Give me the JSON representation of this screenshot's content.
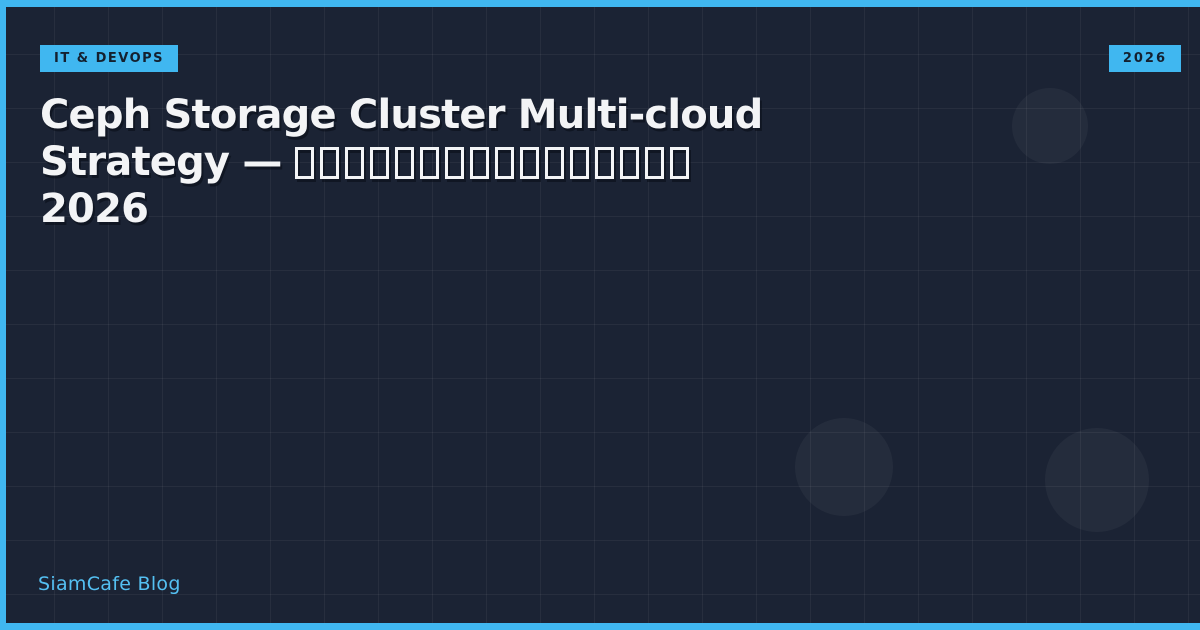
{
  "page": {
    "bg_color": "#1b2334",
    "accent_color": "#40b7f0",
    "grid_color": "#ffffff0d",
    "title_color": "#f3f4f6",
    "footer_color": "#54c0f2",
    "badge_text_color": "#14202f",
    "circle_color": "#ffffff0b"
  },
  "header": {
    "category_badge": "IT & DEVOPS",
    "year_badge": "2026"
  },
  "title": {
    "line1": "Ceph Storage Cluster Multi-cloud",
    "line2_prefix": "Strategy — ",
    "line2_missing_glyph_count": 16,
    "line3": "2026"
  },
  "footer": {
    "site_name": "SiamCafe Blog"
  }
}
